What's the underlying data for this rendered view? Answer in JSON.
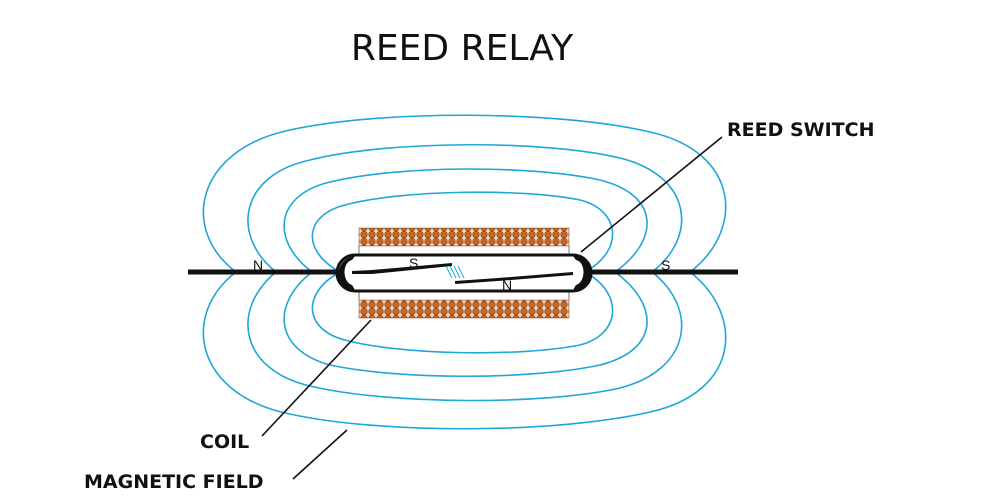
{
  "title": "REED RELAY",
  "labels": {
    "reed_switch": "REED SWITCH",
    "coil": "COIL",
    "magnetic_field": "MAGNETIC FIELD"
  },
  "poles": {
    "left_lead": "N",
    "right_lead": "S",
    "left_reed": "S",
    "right_reed": "N"
  },
  "colors": {
    "field_line": "#1ea7d8",
    "coil_winding": "#c8661f",
    "coil_winding_dark": "#8a3f10",
    "conductor": "#111111",
    "background": "#ffffff"
  },
  "field_line_count": 4
}
